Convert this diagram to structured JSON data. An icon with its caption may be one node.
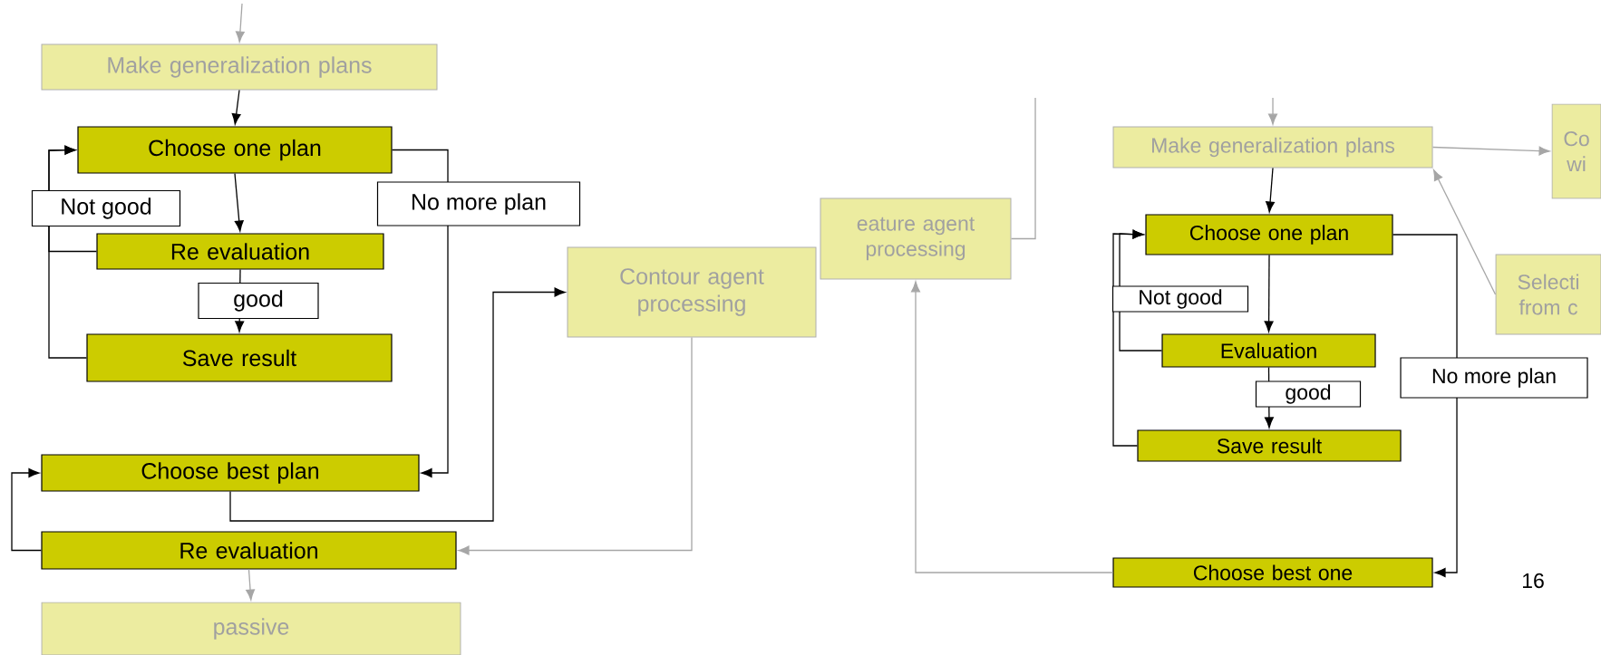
{
  "diagram": {
    "nodes": [
      {
        "text": [
          "Make generalization plans"
        ]
      },
      {
        "text": [
          "Choose one plan"
        ]
      },
      {
        "text": [
          "Re evaluation"
        ]
      },
      {
        "text": [
          "Save result"
        ]
      },
      {
        "text": [
          "Contour agent processing"
        ]
      },
      {
        "text": [
          "Choose best plan"
        ]
      },
      {
        "text": [
          "Re evaluation"
        ]
      },
      {
        "text": [
          "passive"
        ]
      },
      {
        "text": [
          "eature agent processing"
        ]
      },
      {
        "text": [
          "Make generalization plans"
        ]
      },
      {
        "text": [
          "Co wi"
        ]
      },
      {
        "text": [
          "Choose one plan"
        ]
      },
      {
        "text": [
          "Selecti from c"
        ]
      },
      {
        "text": [
          "Evaluation"
        ]
      },
      {
        "text": [
          "Save result"
        ]
      },
      {
        "text": [
          "Choose best one"
        ]
      }
    ],
    "edges": [
      {
        "from": null,
        "to": 0,
        "arrow": "to",
        "color": "#a6a6a6"
      },
      {
        "from": 0,
        "to": 1,
        "arrow": "to"
      },
      {
        "from": 1,
        "to": 2,
        "arrow": "to"
      },
      {
        "from": 2,
        "to": 3,
        "arrow": "to",
        "label": "good"
      },
      {
        "from": 2,
        "to": 1,
        "arrow": "to",
        "label": "Not good"
      },
      {
        "from": 3,
        "to": 1,
        "arrow": "to"
      },
      {
        "from": 1,
        "to": 5,
        "arrow": "to",
        "label": "No more plan"
      },
      {
        "from": 5,
        "to": 4,
        "arrow": "to"
      },
      {
        "from": 4,
        "to": 6,
        "arrow": "to",
        "color": "#a6a6a6"
      },
      {
        "from": 6,
        "to": 5,
        "arrow": "to"
      },
      {
        "from": 6,
        "to": 7,
        "arrow": "to",
        "color": "#a6a6a6"
      },
      {
        "from": null,
        "to": 9,
        "arrow": "to",
        "color": "#a6a6a6"
      },
      {
        "from": 9,
        "to": 10,
        "arrow": "to",
        "color": "#a6a6a6"
      },
      {
        "from": 12,
        "to": 9,
        "arrow": "to",
        "color": "#a6a6a6"
      },
      {
        "from": 8,
        "to": null,
        "arrow": "none",
        "color": "#a6a6a6"
      },
      {
        "from": 9,
        "to": 11,
        "arrow": "to"
      },
      {
        "from": 11,
        "to": 13,
        "arrow": "to"
      },
      {
        "from": 13,
        "to": 14,
        "arrow": "to",
        "label": "good"
      },
      {
        "from": 13,
        "to": 11,
        "arrow": "to",
        "label": "Not good"
      },
      {
        "from": 14,
        "to": 11,
        "arrow": "to"
      },
      {
        "from": 11,
        "to": 15,
        "arrow": "to",
        "label": "No more plan"
      },
      {
        "from": 15,
        "to": 8,
        "arrow": "to",
        "color": "#a6a6a6"
      }
    ],
    "labels": [
      "16"
    ]
  }
}
